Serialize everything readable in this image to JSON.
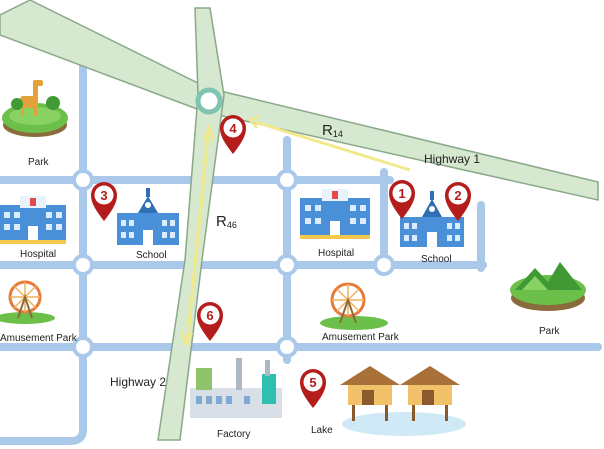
{
  "roads": {
    "highway1": "Highway 1",
    "highway2": "Highway 2",
    "r14_main": "R",
    "r14_sub": "14",
    "r46_main": "R",
    "r46_sub": "46"
  },
  "places": {
    "park_left": "Park",
    "park_right": "Park",
    "hospital_left": "Hospital",
    "hospital_right": "Hospital",
    "school_left": "School",
    "school_right": "School",
    "amusement_left": "Amusement Park",
    "amusement_right": "Amusement Park",
    "factory": "Factory",
    "lake": "Lake"
  },
  "pins": [
    "1",
    "2",
    "3",
    "4",
    "5",
    "6"
  ],
  "icons": {
    "pin": "location-pin-icon",
    "giraffe": "giraffe-icon",
    "hospital": "hospital-building-icon",
    "school": "school-building-icon",
    "ferris_wheel": "ferris-wheel-icon",
    "factory": "factory-icon",
    "stilt_house": "stilt-house-icon",
    "roundabout": "roundabout-icon"
  },
  "colors": {
    "street": "#a9c8ea",
    "highway": "#d6e8cf",
    "highway_edge": "#8aa88a",
    "arrow": "#f2e98a",
    "pin": "#b51c1c",
    "grass": "#6cc04a",
    "water": "#cfe9f7"
  }
}
